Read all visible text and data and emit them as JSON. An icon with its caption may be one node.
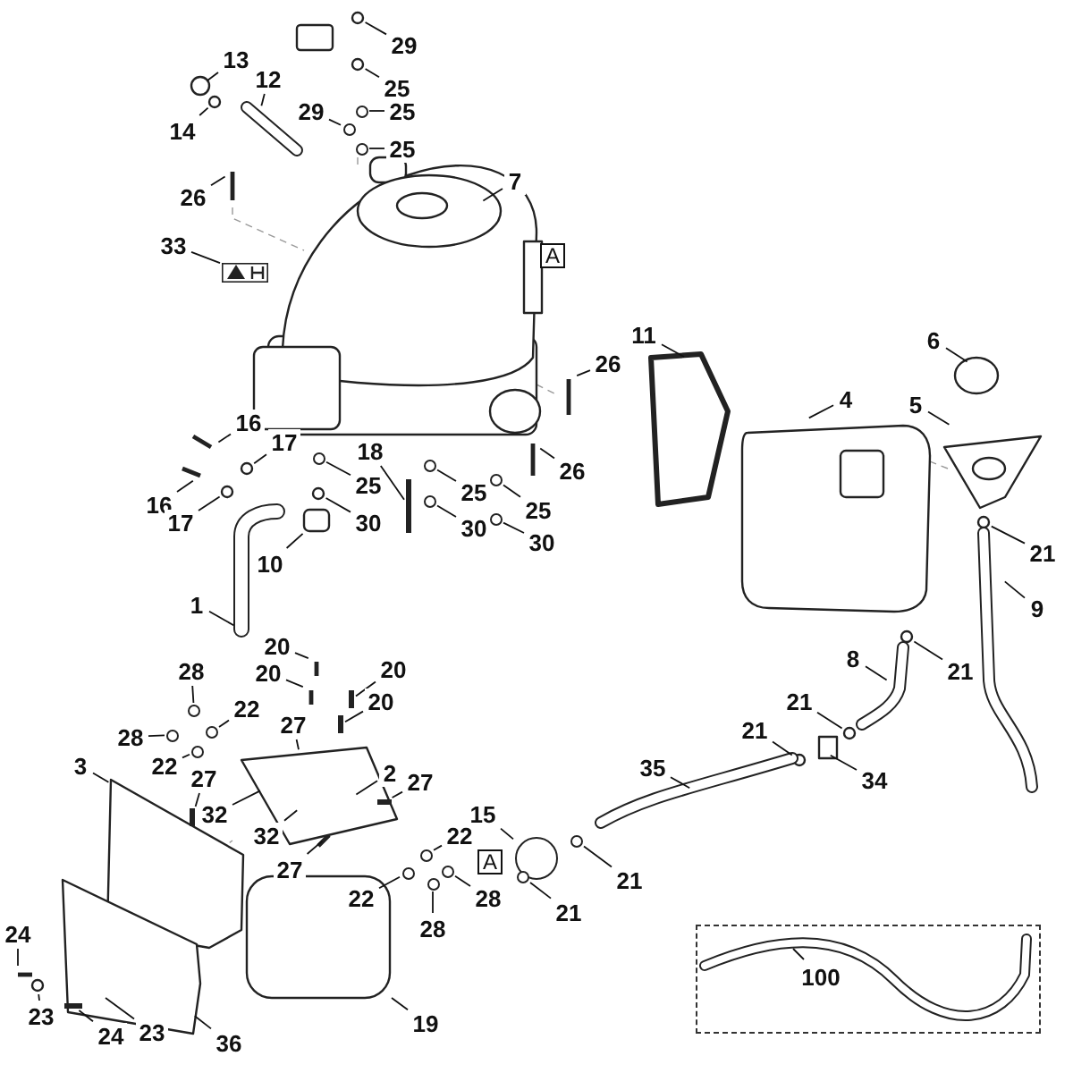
{
  "diagram": {
    "nodes": [
      {
        "text": [
          "13"
        ]
      },
      {
        "text": [
          "12"
        ]
      },
      {
        "text": [
          "29"
        ]
      },
      {
        "text": [
          "25"
        ]
      },
      {
        "text": [
          "29"
        ]
      },
      {
        "text": [
          "25"
        ]
      },
      {
        "text": [
          "14"
        ]
      },
      {
        "text": [
          "25"
        ]
      },
      {
        "text": [
          "26"
        ]
      },
      {
        "text": [
          "7"
        ]
      },
      {
        "text": [
          "33"
        ]
      },
      {
        "text": [
          "A"
        ]
      },
      {
        "text": [
          "11"
        ]
      },
      {
        "text": [
          "6"
        ]
      },
      {
        "text": [
          "26"
        ]
      },
      {
        "text": [
          "4"
        ]
      },
      {
        "text": [
          "5"
        ]
      },
      {
        "text": [
          "16"
        ]
      },
      {
        "text": [
          "17"
        ]
      },
      {
        "text": [
          "18"
        ]
      },
      {
        "text": [
          "26"
        ]
      },
      {
        "text": [
          "25"
        ]
      },
      {
        "text": [
          "25"
        ]
      },
      {
        "text": [
          "16"
        ]
      },
      {
        "text": [
          "25"
        ]
      },
      {
        "text": [
          "17"
        ]
      },
      {
        "text": [
          "30"
        ]
      },
      {
        "text": [
          "30"
        ]
      },
      {
        "text": [
          "30"
        ]
      },
      {
        "text": [
          "21"
        ]
      },
      {
        "text": [
          "10"
        ]
      },
      {
        "text": [
          "1"
        ]
      },
      {
        "text": [
          "9"
        ]
      },
      {
        "text": [
          "20"
        ]
      },
      {
        "text": [
          "8"
        ]
      },
      {
        "text": [
          "20"
        ]
      },
      {
        "text": [
          "20"
        ]
      },
      {
        "text": [
          "28"
        ]
      },
      {
        "text": [
          "21"
        ]
      },
      {
        "text": [
          "20"
        ]
      },
      {
        "text": [
          "21"
        ]
      },
      {
        "text": [
          "22"
        ]
      },
      {
        "text": [
          "27"
        ]
      },
      {
        "text": [
          "21"
        ]
      },
      {
        "text": [
          "28"
        ]
      },
      {
        "text": [
          "3"
        ]
      },
      {
        "text": [
          "22"
        ]
      },
      {
        "text": [
          "35"
        ]
      },
      {
        "text": [
          "2"
        ]
      },
      {
        "text": [
          "27"
        ]
      },
      {
        "text": [
          "34"
        ]
      },
      {
        "text": [
          "27"
        ]
      },
      {
        "text": [
          "15"
        ]
      },
      {
        "text": [
          "32"
        ]
      },
      {
        "text": [
          "32"
        ]
      },
      {
        "text": [
          "22"
        ]
      },
      {
        "text": [
          "A"
        ]
      },
      {
        "text": [
          "27"
        ]
      },
      {
        "text": [
          "21"
        ]
      },
      {
        "text": [
          "22"
        ]
      },
      {
        "text": [
          "28"
        ]
      },
      {
        "text": [
          "21"
        ]
      },
      {
        "text": [],
        "shape": "box"
      },
      {
        "text": [
          "28"
        ]
      },
      {
        "text": [
          "24"
        ]
      },
      {
        "text": [
          "100"
        ],
        "in": 62
      },
      {
        "text": [
          "23"
        ]
      },
      {
        "text": [
          "19"
        ]
      },
      {
        "text": [
          "24"
        ]
      },
      {
        "text": [
          "23"
        ]
      },
      {
        "text": [
          "36"
        ]
      },
      {
        "text": [],
        "shape": "picture"
      },
      {
        "text": [],
        "shape": "circle"
      },
      {
        "text": [],
        "shape": "bar"
      },
      {
        "text": [],
        "shape": "circle"
      },
      {
        "text": [],
        "shape": "circle"
      },
      {
        "text": [],
        "shape": "circle"
      },
      {
        "text": [],
        "shape": "circle"
      },
      {
        "text": [],
        "shape": "bar"
      },
      {
        "text": [],
        "shape": "circle"
      },
      {
        "text": [],
        "shape": "bar"
      },
      {
        "text": [],
        "shape": "bar"
      },
      {
        "text": [],
        "shape": "circle"
      },
      {
        "text": [],
        "shape": "circle"
      },
      {
        "text": [],
        "shape": "circle"
      },
      {
        "text": [],
        "shape": "bar"
      },
      {
        "text": [],
        "shape": "circle"
      },
      {
        "text": [],
        "shape": "circle"
      },
      {
        "text": [],
        "shape": "circle"
      },
      {
        "text": [],
        "shape": "bar"
      },
      {
        "text": [],
        "shape": "circle"
      },
      {
        "text": [],
        "shape": "circle"
      },
      {
        "text": [],
        "shape": "circle"
      },
      {
        "text": [],
        "shape": "circle"
      },
      {
        "text": [],
        "shape": "circle"
      },
      {
        "text": [],
        "shape": "circle"
      },
      {
        "text": [],
        "shape": "circle"
      }
    ],
    "edges": [
      {
        "from": 0,
        "to": null,
        "arrow": "none"
      },
      {
        "from": 1,
        "to": null,
        "arrow": "none"
      },
      {
        "from": 2,
        "to": null,
        "arrow": "none"
      },
      {
        "from": 3,
        "to": null,
        "arrow": "none"
      },
      {
        "from": 4,
        "to": 86,
        "arrow": "none"
      },
      {
        "from": 5,
        "to": 72,
        "arrow": "none"
      },
      {
        "from": 6,
        "to": null,
        "arrow": "none"
      },
      {
        "from": 7,
        "to": 93,
        "arrow": "none"
      },
      {
        "from": 8,
        "to": null,
        "arrow": "none"
      },
      {
        "from": 9,
        "to": null,
        "arrow": "none"
      },
      {
        "from": 10,
        "to": 71,
        "arrow": "none"
      },
      {
        "from": 12,
        "to": null,
        "arrow": "none"
      },
      {
        "from": 13,
        "to": null,
        "arrow": "none"
      },
      {
        "from": 14,
        "to": null,
        "arrow": "none"
      },
      {
        "from": 15,
        "to": null,
        "arrow": "none"
      },
      {
        "from": 16,
        "to": null,
        "arrow": "none"
      },
      {
        "from": 17,
        "to": null,
        "arrow": "none"
      },
      {
        "from": 18,
        "to": null,
        "arrow": "none"
      },
      {
        "from": 19,
        "to": 73,
        "arrow": "none"
      },
      {
        "from": 20,
        "to": null,
        "arrow": "none"
      },
      {
        "from": 21,
        "to": 74,
        "arrow": "none"
      },
      {
        "from": 22,
        "to": 87,
        "arrow": "none"
      },
      {
        "from": 23,
        "to": null,
        "arrow": "none"
      },
      {
        "from": 24,
        "to": 75,
        "arrow": "none"
      },
      {
        "from": 25,
        "to": null,
        "arrow": "none"
      },
      {
        "from": 26,
        "to": null,
        "arrow": "none"
      },
      {
        "from": 27,
        "to": 76,
        "arrow": "none"
      },
      {
        "from": 28,
        "to": 77,
        "arrow": "none"
      },
      {
        "from": 29,
        "to": null,
        "arrow": "none"
      },
      {
        "from": 30,
        "to": null,
        "arrow": "none"
      },
      {
        "from": 31,
        "to": null,
        "arrow": "none"
      },
      {
        "from": 32,
        "to": null,
        "arrow": "none"
      },
      {
        "from": 33,
        "to": null,
        "arrow": "none"
      },
      {
        "from": 34,
        "to": null,
        "arrow": "none"
      },
      {
        "from": 35,
        "to": null,
        "arrow": "none"
      },
      {
        "from": 36,
        "to": 78,
        "arrow": "none"
      },
      {
        "from": 37,
        "to": 88,
        "arrow": "none"
      },
      {
        "from": 38,
        "to": null,
        "arrow": "none"
      },
      {
        "from": 39,
        "to": 89,
        "arrow": "none"
      },
      {
        "from": 40,
        "to": null,
        "arrow": "none"
      },
      {
        "from": 41,
        "to": 94,
        "arrow": "none"
      },
      {
        "from": 42,
        "to": null,
        "arrow": "none"
      },
      {
        "from": 43,
        "to": null,
        "arrow": "none"
      },
      {
        "from": 44,
        "to": 79,
        "arrow": "none"
      },
      {
        "from": 45,
        "to": null,
        "arrow": "none"
      },
      {
        "from": 46,
        "to": 90,
        "arrow": "none"
      },
      {
        "from": 47,
        "to": null,
        "arrow": "none"
      },
      {
        "from": 48,
        "to": null,
        "arrow": "none"
      },
      {
        "from": 49,
        "to": 80,
        "arrow": "none"
      },
      {
        "from": 50,
        "to": null,
        "arrow": "none"
      },
      {
        "from": 51,
        "to": 81,
        "arrow": "none"
      },
      {
        "from": 52,
        "to": 82,
        "arrow": "none"
      },
      {
        "from": 53,
        "to": null,
        "arrow": "none"
      },
      {
        "from": 54,
        "to": null,
        "arrow": "none"
      },
      {
        "from": 55,
        "to": 96,
        "arrow": "none"
      },
      {
        "from": 57,
        "to": null,
        "arrow": "none"
      },
      {
        "from": 58,
        "to": 91,
        "arrow": "none"
      },
      {
        "from": 59,
        "to": 95,
        "arrow": "none"
      },
      {
        "from": 60,
        "to": 83,
        "arrow": "none"
      },
      {
        "from": 61,
        "to": 84,
        "arrow": "none"
      },
      {
        "from": 63,
        "to": 92,
        "arrow": "none"
      },
      {
        "from": 64,
        "to": null,
        "arrow": "none"
      },
      {
        "from": 65,
        "to": null,
        "arrow": "none"
      },
      {
        "from": 66,
        "to": null,
        "arrow": "none"
      },
      {
        "from": 67,
        "to": null,
        "arrow": "none"
      },
      {
        "from": 68,
        "to": 85,
        "arrow": "none"
      },
      {
        "from": 69,
        "to": null,
        "arrow": "none"
      },
      {
        "from": 70,
        "to": null,
        "arrow": "none"
      }
    ]
  }
}
